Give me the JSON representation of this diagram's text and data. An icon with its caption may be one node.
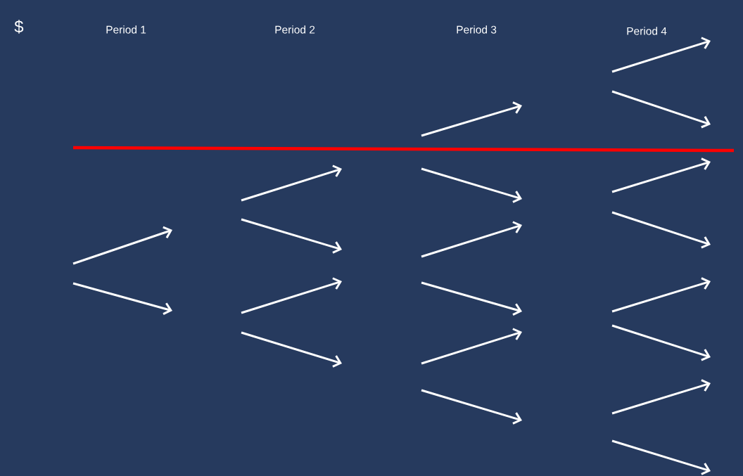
{
  "diagram": {
    "labels": [
      "$",
      "Period 1",
      "Period 2",
      "Period 3",
      "Period 4"
    ]
  }
}
